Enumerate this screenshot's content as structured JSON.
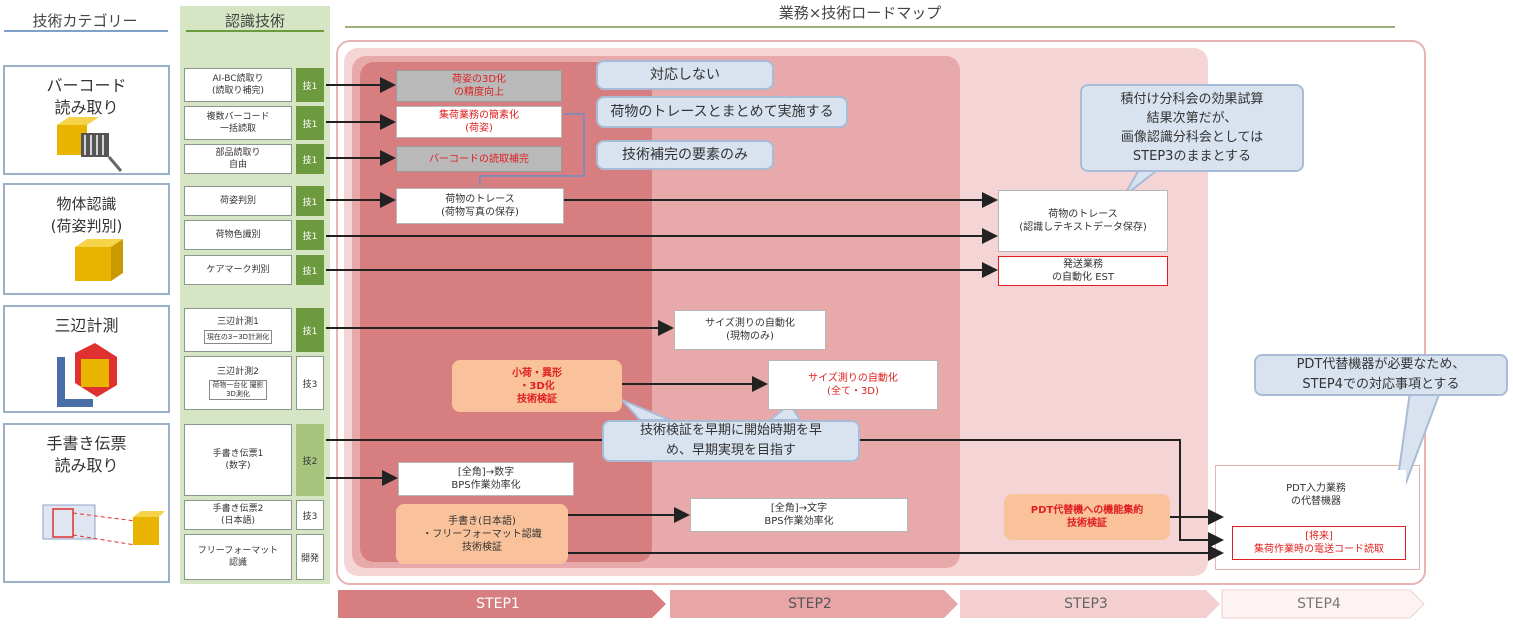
{
  "headers": {
    "category": "技術カテゴリー",
    "tech": "認識技術",
    "roadmap": "業務×技術ロードマップ"
  },
  "categories": [
    {
      "title": "バーコード\n読み取り",
      "icon": "barcode-scanner-icon"
    },
    {
      "title": "物体認識\n(荷姿判別)",
      "icon": "box-icon"
    },
    {
      "title": "三辺計測",
      "icon": "dimension-measure-icon"
    },
    {
      "title": "手書き伝票\n読み取り",
      "icon": "handwritten-slip-icon"
    }
  ],
  "techs": [
    {
      "label": "AI-BC読取り\n(読取り補完)",
      "tag": "技1"
    },
    {
      "label": "複数バーコード\n一括読取",
      "tag": "技1"
    },
    {
      "label": "部品読取り\n自由",
      "tag": "技1"
    },
    {
      "label": "荷姿判別",
      "tag": "技1"
    },
    {
      "label": "荷物色識別",
      "tag": "技1"
    },
    {
      "label": "ケアマーク判別",
      "tag": "技1"
    },
    {
      "label": "三辺計測1",
      "sub": "現在の3~3D計測化",
      "tag": "技1"
    },
    {
      "label": "三辺計測2",
      "sub": "荷物一台化 撮影\n3D測化",
      "tag": "技3"
    },
    {
      "label": "手書き伝票1\n(数字)",
      "tag": "技2"
    },
    {
      "label": "手書き伝票2\n(日本語)",
      "tag": "技3"
    },
    {
      "label": "フリーフォーマット\n認識",
      "tag": "開発"
    }
  ],
  "boxes": {
    "b1": "荷姿の3D化\nの精度向上",
    "b2": "集荷業務の簡素化\n(荷姿)",
    "b3": "バーコードの読取補完",
    "b4": "荷物のトレース\n(荷物写真の保存)",
    "b5": "荷物のトレース\n(認識しテキストデータ保存)",
    "b6": "発送業務\nの自動化 EST",
    "b7": "サイズ測りの自動化\n(現物のみ)",
    "b8": "小荷・異形\n・3D化\n技術検証",
    "b9": "サイズ測りの自動化\n(全て・3D)",
    "b10": "[全角]→数字\nBPS作業効率化",
    "b11": "手書き(日本語)\n・フリーフォーマット認識\n技術検証",
    "b12": "[全角]→文字\nBPS作業効率化",
    "b13": "PDT代替機への機能集約\n技術検証",
    "b14": "PDT入力業務\nの代替機器",
    "b15": "[将来]\n集荷作業時の電送コード読取"
  },
  "callouts": {
    "c1": "対応しない",
    "c2": "荷物のトレースとまとめて実施する",
    "c3": "技術補完の要素のみ",
    "c4": "積付け分科会の効果試算\n結果次第だが、\n画像認識分科会としては\nSTEP3のままとする",
    "c5": "技術検証を早期に開始時期を早\nめ、早期実現を目指す",
    "c6": "PDT代替機器が必要なため、\nSTEP4での対応事項とする"
  },
  "steps": [
    "STEP1",
    "STEP2",
    "STEP3",
    "STEP4"
  ],
  "colors": {
    "step1": "#d9797b",
    "step2": "#e8a5a6",
    "step3": "#f3cfcf",
    "step4": "#fbecec",
    "green_panel": "#d6e5c3",
    "tag_green": "#6e9a3f"
  }
}
